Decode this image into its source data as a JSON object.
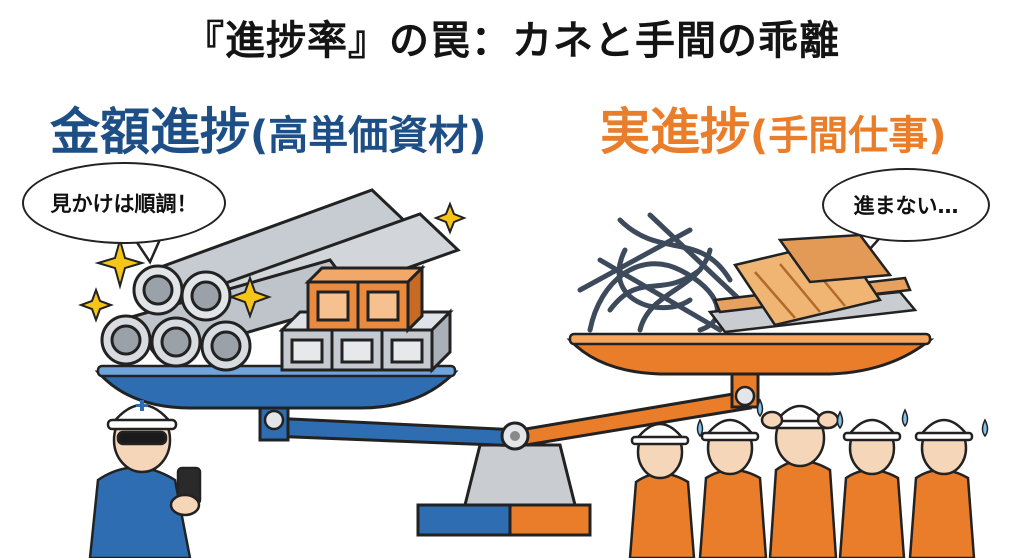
{
  "title": "『進捗率』の罠：カネと手間の乖離",
  "left": {
    "heading": "金額進捗",
    "subheading": "(高単価資材)",
    "speech": "見かけは順調！",
    "color": "#1d4f86"
  },
  "right": {
    "heading": "実進捗",
    "subheading": "(手間仕事)",
    "speech": "進まない…",
    "color": "#e97d2a"
  },
  "icons": [
    "sparkle-icon",
    "hardhat-icon",
    "smartphone-icon",
    "sweat-drop-icon"
  ]
}
